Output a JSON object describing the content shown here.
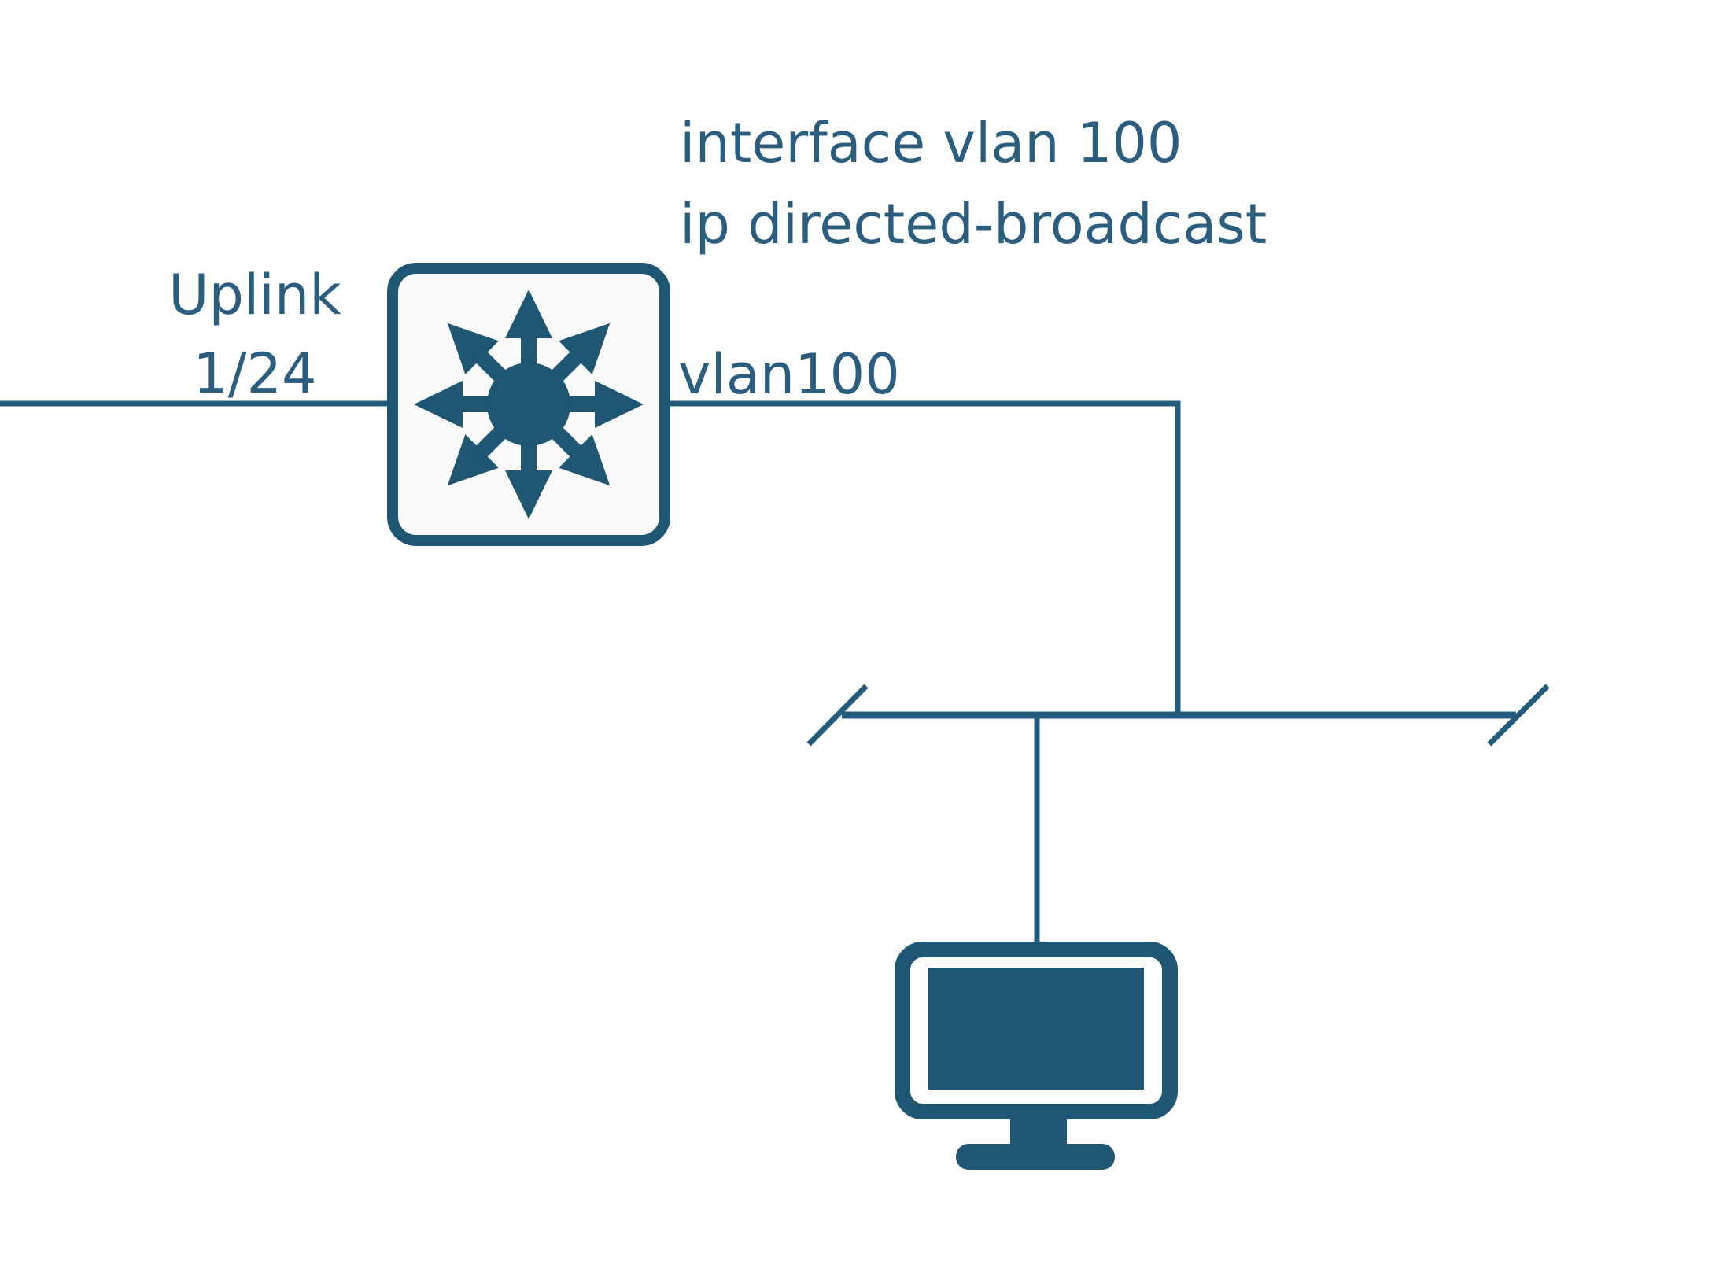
{
  "colors": {
    "primary": "#1f5673",
    "line": "#235b7c",
    "text": "#2a5d7e",
    "switch_fill": "#fafafa",
    "background": "#ffffff"
  },
  "diagram": {
    "config_annotation": {
      "line1": "interface vlan 100",
      "line2": "ip directed-broadcast"
    },
    "uplink_label": {
      "line1": "Uplink",
      "line2": "1/24"
    },
    "vlan_link_label": "vlan100",
    "nodes": [
      {
        "id": "switch",
        "type": "multilayer-switch",
        "icon": "multilayer-switch-icon"
      },
      {
        "id": "ethernet-segment",
        "type": "lan-segment",
        "icon": "ethernet-segment-line"
      },
      {
        "id": "workstation",
        "type": "host",
        "icon": "computer-monitor-icon"
      }
    ],
    "links": [
      {
        "from": "uplink",
        "to": "switch",
        "label": "Uplink 1/24"
      },
      {
        "from": "switch",
        "to": "ethernet-segment",
        "label": "vlan100"
      },
      {
        "from": "ethernet-segment",
        "to": "workstation",
        "label": ""
      }
    ]
  }
}
